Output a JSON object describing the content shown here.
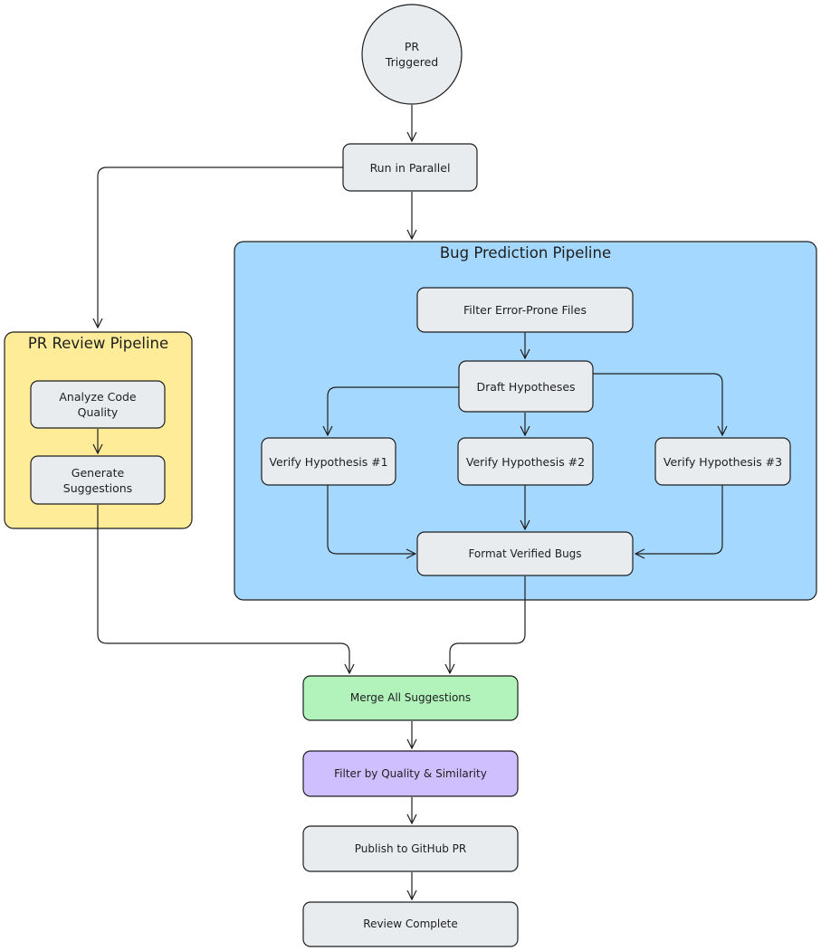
{
  "start": {
    "line1": "PR",
    "line2": "Triggered"
  },
  "parallel": {
    "label": "Run in Parallel"
  },
  "pr_review": {
    "title": "PR Review Pipeline",
    "analyze_line1": "Analyze Code",
    "analyze_line2": "Quality",
    "generate_line1": "Generate",
    "generate_line2": "Suggestions"
  },
  "bug_prediction": {
    "title": "Bug Prediction Pipeline",
    "filter_files": "Filter Error-Prone Files",
    "draft": "Draft Hypotheses",
    "verify1": "Verify Hypothesis #1",
    "verify2": "Verify Hypothesis #2",
    "verify3": "Verify Hypothesis #3",
    "format": "Format Verified Bugs"
  },
  "merge": {
    "label": "Merge All Suggestions"
  },
  "filter_quality": {
    "label": "Filter by Quality & Similarity"
  },
  "publish": {
    "label": "Publish to GitHub PR"
  },
  "complete": {
    "label": "Review Complete"
  },
  "colors": {
    "node_fill": "#e9ecef",
    "stroke": "#1e1e1e",
    "pr_review_fill": "#ffec99",
    "bug_prediction_fill": "#a5d8ff",
    "merge_fill": "#b2f2bb",
    "filter_fill": "#d0bfff"
  }
}
